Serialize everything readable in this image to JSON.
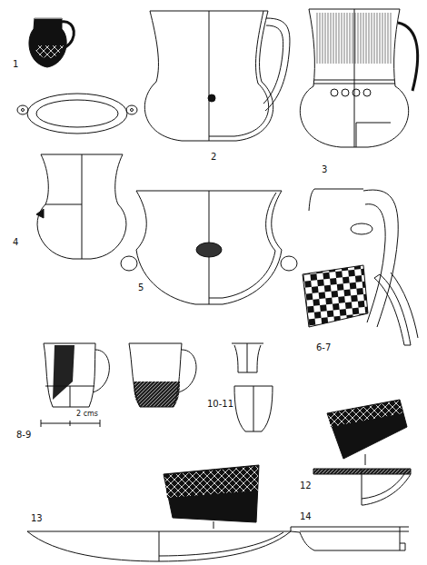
{
  "diagram": {
    "labels": [
      "1",
      "2",
      "3",
      "4",
      "5",
      "6-7",
      "8-9",
      "2 cms",
      "10-11",
      "12",
      "13",
      "14"
    ]
  }
}
